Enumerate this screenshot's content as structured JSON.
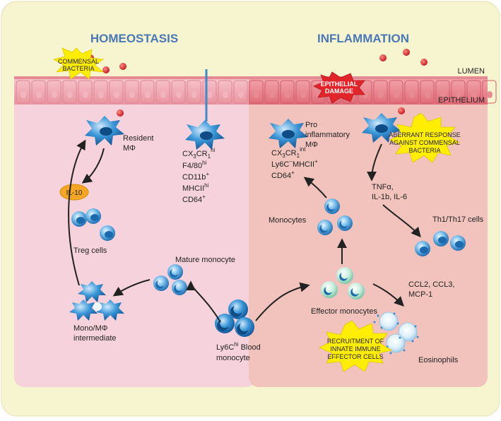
{
  "panels": {
    "homeostasis_title": "HOMEOSTASIS",
    "inflammation_title": "INFLAMMATION"
  },
  "layers": {
    "lumen": "LUMEN",
    "epithelium": "EPITHELIUM"
  },
  "bursts": {
    "commensal_line1": "COMMENSAL",
    "commensal_line2": "BACTERIA",
    "epithelial_line1": "EPITHELIAL",
    "epithelial_line2": "DAMAGE",
    "aberrant_line1": "ABERRANT RESPONSE",
    "aberrant_line2": "AGAINST COMMENSAL",
    "aberrant_line3": "BACTERIA",
    "recruit_line1": "RECRUITMENT OF",
    "recruit_line2": "INNATE IMMUNE",
    "recruit_line3": "EFFECTOR CELLS"
  },
  "homeostasis": {
    "resident_line1": "Resident",
    "resident_line2": "MΦ",
    "il10": "IL-10",
    "treg": "Treg cells",
    "markers": {
      "cx3cr1": "CX",
      "cx3cr1_sub": "3",
      "cx3cr1_tail": "CR",
      "cx3cr1_tail_sub": "1",
      "cx3cr1_sup": "hi",
      "f480": "F4/80",
      "f480_sup": "hi",
      "cd11b": "CD11b",
      "cd11b_sup": "+",
      "mhcii": "MHCII",
      "mhcii_sup": "hi",
      "cd64": "CD64",
      "cd64_sup": "+"
    },
    "mature_monocyte": "Mature monocyte",
    "intermediate_line1": "Mono/MΦ",
    "intermediate_line2": "intermediate"
  },
  "blood": {
    "line1_a": "Ly6C",
    "line1_sup": "hi",
    "line1_b": " Blood",
    "line2": "monocyte"
  },
  "inflammation": {
    "pro_line1": "Pro",
    "pro_line2": "inflammatory",
    "pro_line3": "MΦ",
    "markers": {
      "cx3cr1": "CX",
      "cx3cr1_sub": "3",
      "cx3cr1_tail": "CR",
      "cx3cr1_tail_sub": "1",
      "cx3cr1_sup": "int",
      "ly6c": "Ly6C",
      "ly6c_sup": "−",
      "mhcii": "MHCII",
      "mhcii_sup": "+",
      "cd64": "CD64",
      "cd64_sup": "+"
    },
    "cytokines_line1": "TNFα,",
    "cytokines_line2": "IL-1b, IL-6",
    "th_cells": "Th1/Th17 cells",
    "monocytes": "Monocytes",
    "effector_monocytes": "Effector monocytes",
    "chemokines_line1": "CCL2, CCL3,",
    "chemokines_line2": "MCP-1",
    "eosinophils": "Eosinophils"
  },
  "colors": {
    "frame": "#f7f5cf",
    "left_panel": "#f6d3dc",
    "right_panel": "#f2c3bd",
    "title_blue": "#4a78b6",
    "cell_blue": "#2f86c8",
    "bacteria_red": "#d81f26",
    "burst_yellow": "#ffee00",
    "burst_red": "#e2242b",
    "il10_orange": "#f5a623",
    "arrow": "#222222"
  }
}
